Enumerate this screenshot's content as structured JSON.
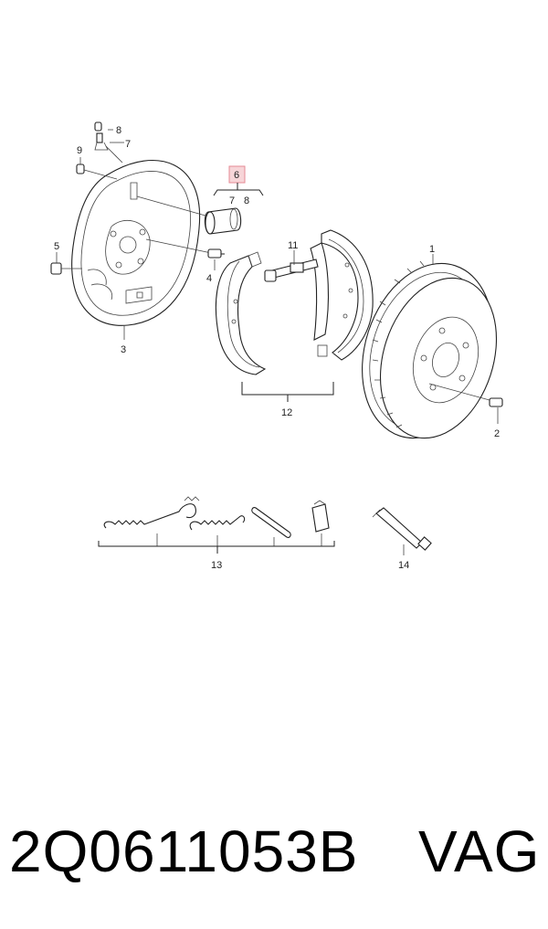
{
  "callouts": {
    "c1": "1",
    "c2": "2",
    "c3": "3",
    "c4": "4",
    "c5": "5",
    "c6": "6",
    "c7": "7",
    "c7b": "7",
    "c8": "8",
    "c8b": "8",
    "c9": "9",
    "c11": "11",
    "c12": "12",
    "c13": "13",
    "c14": "14"
  },
  "highlight_color": "#f7d5d8",
  "part_number": "2Q0611053B",
  "brand": "VAG"
}
